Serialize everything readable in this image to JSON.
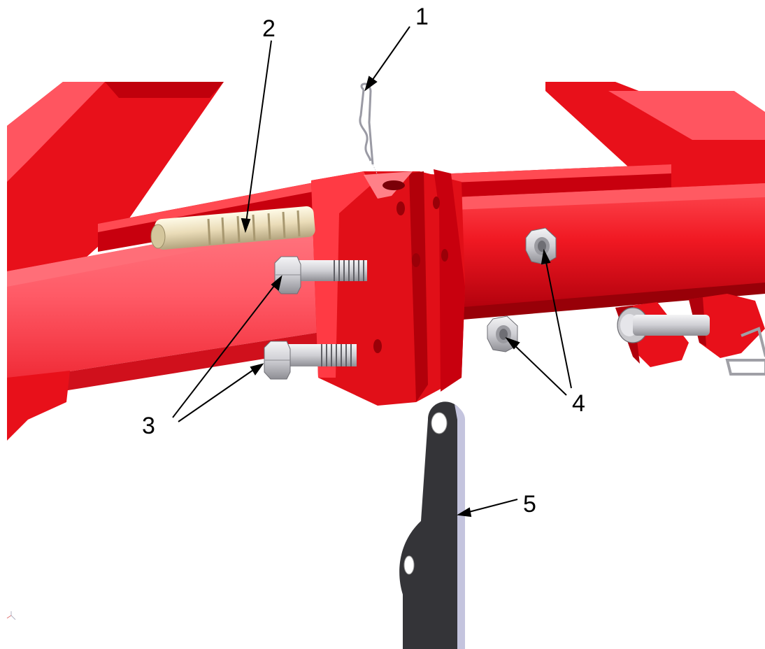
{
  "callouts": [
    {
      "id": "1",
      "label": "1"
    },
    {
      "id": "2",
      "label": "2"
    },
    {
      "id": "3",
      "label": "3"
    },
    {
      "id": "4",
      "label": "4"
    },
    {
      "id": "5",
      "label": "5"
    }
  ],
  "colors": {
    "frame_red": "#e8101a",
    "frame_red_light": "#ff5560",
    "frame_red_dark": "#a8000a",
    "steel_light": "#d8d8dc",
    "steel_dark": "#8a8a90",
    "pin_brass": "#ede2c2",
    "link_dark": "#343438",
    "link_edge": "#c4c4de"
  }
}
